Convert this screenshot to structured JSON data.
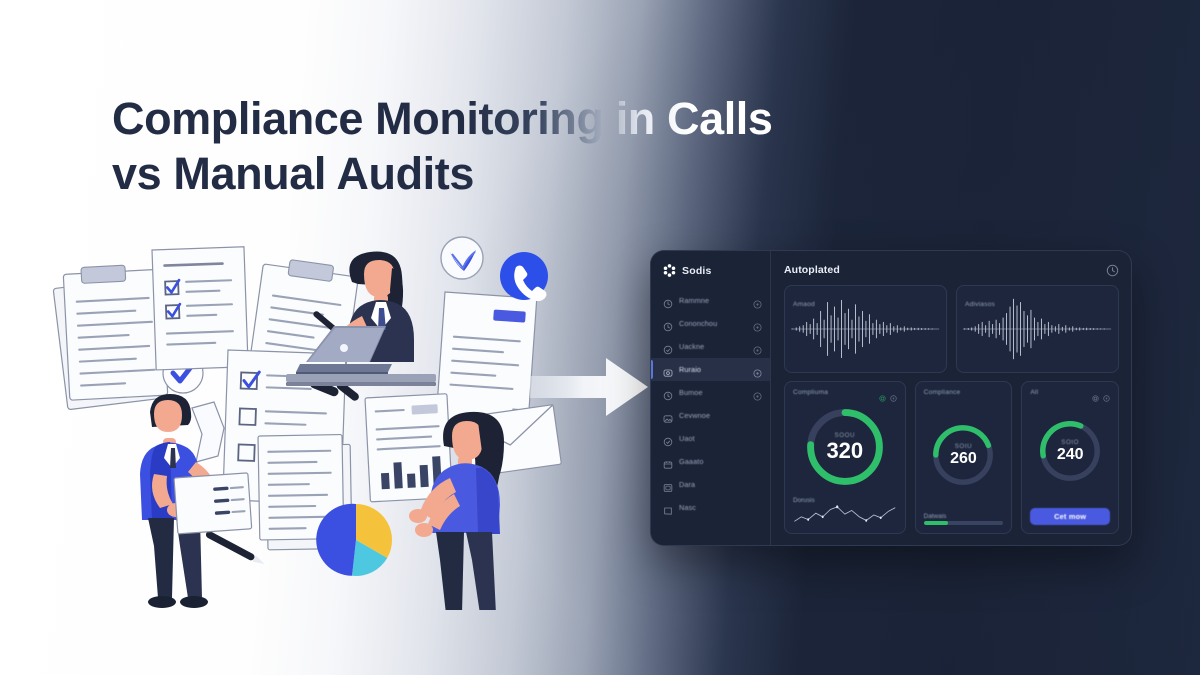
{
  "headline": {
    "line1": "Compliance Monitoring in Calls",
    "line2": "vs Manual Audits"
  },
  "colors": {
    "bg_light": "#ffffff",
    "bg_dark": "#1a2236",
    "panel": "#1b2336",
    "card": "#1d263c",
    "accent_green": "#2fbf6b",
    "accent_blue": "#4a5ae0",
    "text_muted": "#93a0b8",
    "illustration_blue": "#3b4fe0",
    "illustration_navy": "#2b3350"
  },
  "illustration": {
    "name": "manual-audit-illustration",
    "arrow": {
      "name": "right-arrow",
      "direction": "right",
      "color": "#ffffff"
    },
    "badges": [
      {
        "name": "check-badge-icon",
        "glyph": "check"
      },
      {
        "name": "phone-call-icon",
        "glyph": "phone"
      }
    ],
    "people": [
      {
        "name": "man-with-document",
        "outfit_color": "#3b4fe0"
      },
      {
        "name": "woman-at-laptop",
        "outfit_color": "#2b3350"
      },
      {
        "name": "woman-with-report",
        "outfit_color": "#4a5ae0"
      }
    ],
    "objects": [
      "clipboard",
      "checklist-document",
      "document-stack",
      "pie-chart",
      "pen",
      "bar-chart-report"
    ],
    "pie_slices": [
      {
        "label": "blue",
        "color": "#3b4fe0",
        "value": 45
      },
      {
        "label": "yellow",
        "color": "#f5c33b",
        "value": 30
      },
      {
        "label": "cyan",
        "color": "#4ec8e0",
        "value": 25
      }
    ]
  },
  "dashboard": {
    "sidebar": {
      "brand": "Sodis",
      "brand_icon": "asterisk-logo-icon",
      "items": [
        {
          "label": "Rammne",
          "icon": "drop-icon",
          "trailing_icon": "circle-dot-icon",
          "active": false
        },
        {
          "label": "Cononchou",
          "icon": "clock-icon",
          "trailing_icon": "circle-dot-icon",
          "active": false
        },
        {
          "label": "Uackne",
          "icon": "shield-icon",
          "trailing_icon": "circle-dot-icon",
          "active": false
        },
        {
          "label": "Ruraio",
          "icon": "folder-icon",
          "trailing_icon": "circle-dot-icon",
          "active": true
        },
        {
          "label": "Bumoe",
          "icon": "clock-icon",
          "trailing_icon": "circle-dot-icon",
          "active": false
        },
        {
          "label": "Cevwnoe",
          "icon": "image-icon",
          "trailing_icon": "",
          "active": false
        },
        {
          "label": "Uaot",
          "icon": "check-icon",
          "trailing_icon": "",
          "active": false
        },
        {
          "label": "Gaaato",
          "icon": "calendar-icon",
          "trailing_icon": "",
          "active": false
        },
        {
          "label": "Dara",
          "icon": "layout-icon",
          "trailing_icon": "",
          "active": false
        },
        {
          "label": "Nasc",
          "icon": "bookmark-icon",
          "trailing_icon": "",
          "active": false
        }
      ]
    },
    "header": {
      "title": "Autoplated",
      "refresh_icon": "refresh-circle-icon"
    },
    "waveform_cards": [
      {
        "label": "Amaod",
        "icon": "audio-waveform-icon"
      },
      {
        "label": "Adiviasos",
        "icon": "audio-waveform-icon"
      }
    ],
    "metric_cards": [
      {
        "title": "Compliuma",
        "sub_label": "SOOU",
        "value": "320",
        "progress_pct": 76,
        "gauge_color": "#2fbf6b",
        "header_icons": [
          "gear-icon",
          "circle-info-icon"
        ],
        "footer": {
          "type": "sparkline",
          "label": "Dorusis",
          "points": [
            6,
            9,
            7,
            11,
            9,
            13,
            16,
            12,
            15,
            11,
            8,
            12,
            10,
            14,
            17
          ]
        }
      },
      {
        "title": "Compliance",
        "sub_label": "SOtU",
        "value": "260",
        "progress_pct": 44,
        "gauge_color": "#2fbf6b",
        "header_icons": [],
        "footer": {
          "type": "progress",
          "label": "Datwais",
          "fill_pct": 30
        }
      },
      {
        "title": "All",
        "sub_label": "SOtO",
        "value": "240",
        "progress_pct": 34,
        "gauge_color": "#2fbf6b",
        "header_icons": [
          "gear-icon",
          "circle-info-icon"
        ],
        "footer": {
          "type": "button",
          "label": "Cet mow"
        }
      }
    ]
  }
}
